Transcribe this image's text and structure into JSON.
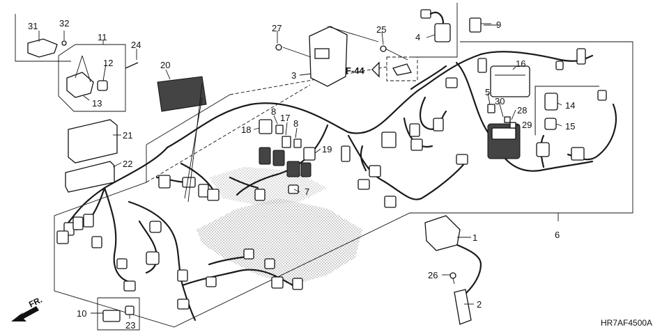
{
  "diagram_code": "HR7AF4500A",
  "reference_label": "F-44",
  "direction_label": "FR.",
  "callouts": {
    "c1": "1",
    "c2": "2",
    "c3": "3",
    "c4": "4",
    "c5": "5",
    "c6": "6",
    "c7": "7",
    "c8a": "8",
    "c8b": "8",
    "c9": "9",
    "c10": "10",
    "c11": "11",
    "c12": "12",
    "c13": "13",
    "c14": "14",
    "c15": "15",
    "c16": "16",
    "c17": "17",
    "c18": "18",
    "c19": "19",
    "c20": "20",
    "c21": "21",
    "c22": "22",
    "c23": "23",
    "c24": "24",
    "c25": "25",
    "c26": "26",
    "c27": "27",
    "c28": "28",
    "c29": "29",
    "c30": "30",
    "c31": "31",
    "c32": "32"
  }
}
